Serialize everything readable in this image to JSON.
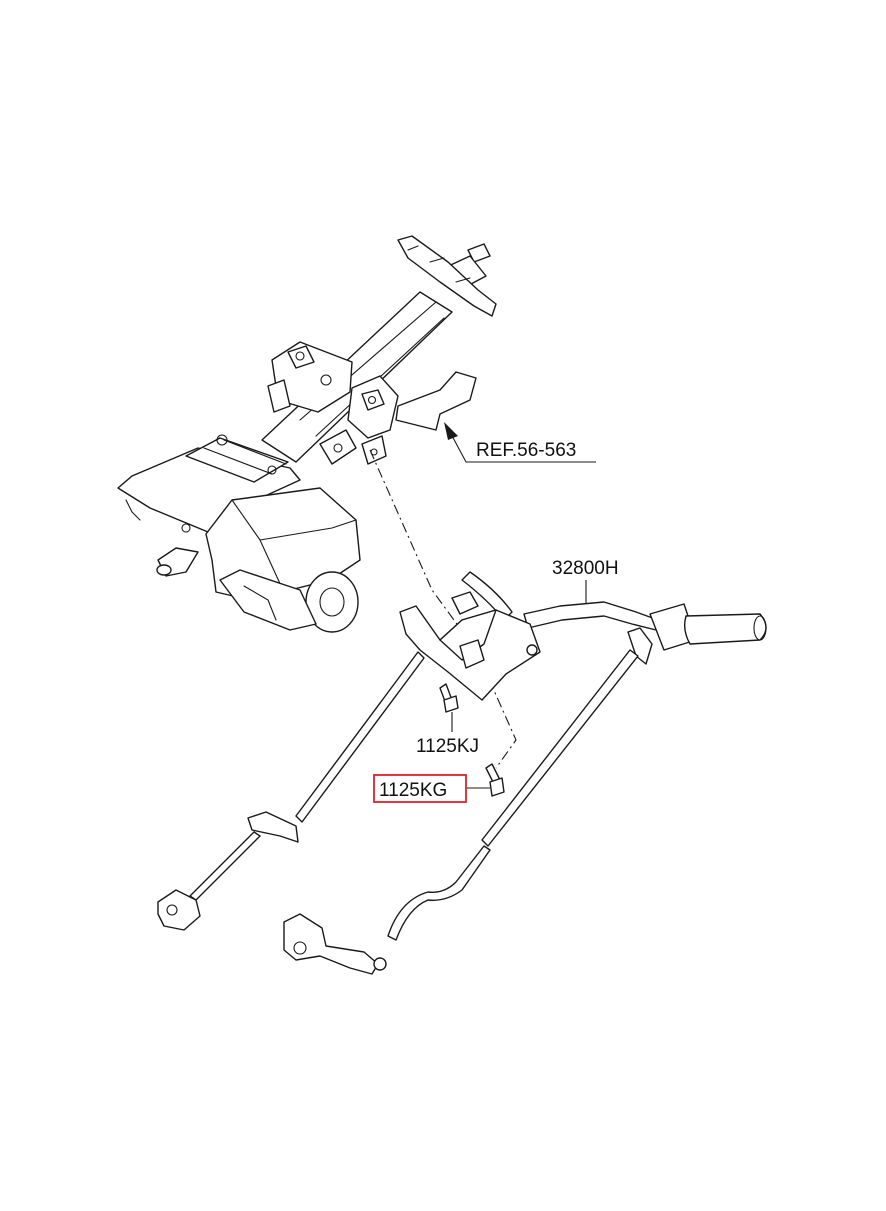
{
  "labels": {
    "ref": "REF.56-563",
    "crossmember": "32800H",
    "bolt_kj": "1125KJ",
    "bolt_kg": "1125KG"
  },
  "colors": {
    "line": "#1a1a1a",
    "highlight": "#e0202a",
    "background": "#ffffff"
  },
  "highlighted_part": "1125KG"
}
